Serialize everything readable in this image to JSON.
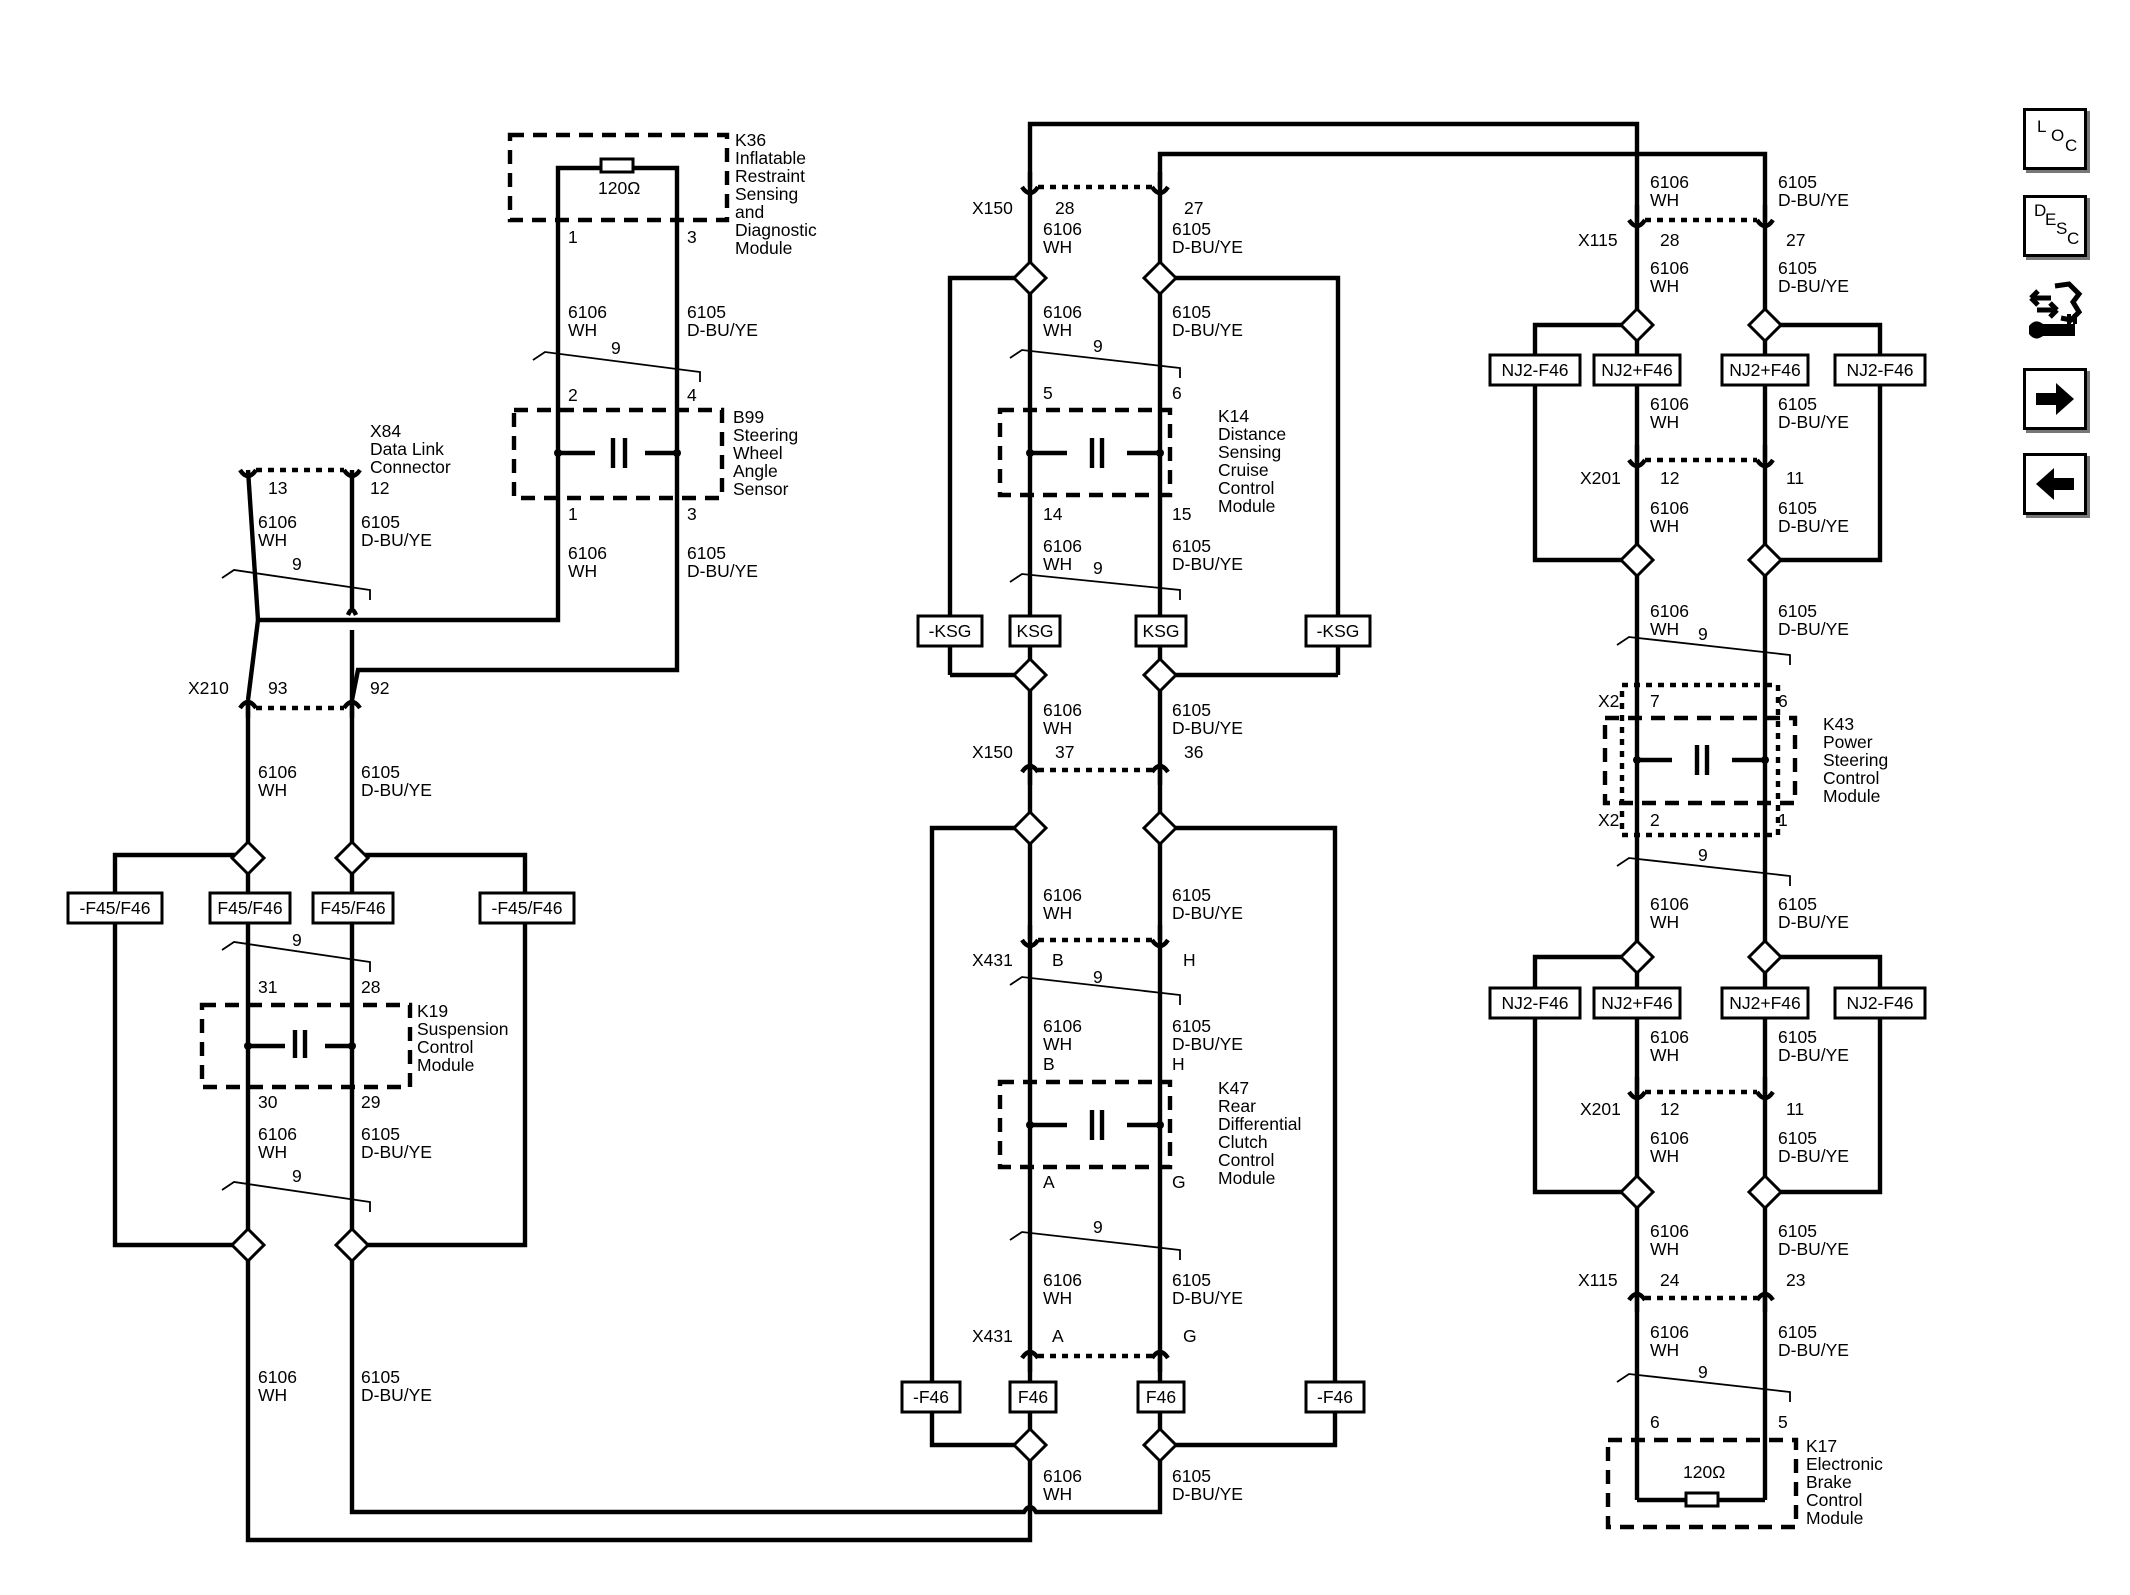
{
  "nav": {
    "loc": [
      "L",
      "O",
      "C"
    ],
    "desc": [
      "D",
      "E",
      "S",
      "C"
    ],
    "icons": [
      "loc-icon",
      "desc-icon",
      "connector-wrench-icon",
      "arrow-right-icon",
      "arrow-left-icon"
    ]
  },
  "modules": {
    "k36": [
      "K36",
      "Inflatable",
      "Restraint",
      "Sensing",
      "and",
      "Diagnostic",
      "Module"
    ],
    "b99": [
      "B99",
      "Steering",
      "Wheel",
      "Angle",
      "Sensor"
    ],
    "x84": [
      "X84",
      "Data Link",
      "Connector"
    ],
    "k14": [
      "K14",
      "Distance",
      "Sensing",
      "Cruise",
      "Control",
      "Module"
    ],
    "k43": [
      "K43",
      "Power",
      "Steering",
      "Control",
      "Module"
    ],
    "k19": [
      "K19",
      "Suspension",
      "Control",
      "Module"
    ],
    "k47": [
      "K47",
      "Rear",
      "Differential",
      "Clutch",
      "Control",
      "Module"
    ],
    "k17": [
      "K17",
      "Electronic",
      "Brake",
      "Control",
      "Module"
    ]
  },
  "wires": {
    "wh": [
      "6106",
      "WH"
    ],
    "bu": [
      "6105",
      "D-BU/YE"
    ]
  },
  "resistor": "120Ω",
  "twist": "9",
  "connectors": {
    "x150": "X150",
    "x115": "X115",
    "x201": "X201",
    "x2": "X2",
    "x210": "X210",
    "x431": "X431"
  },
  "pins": {
    "k36": [
      "1",
      "3"
    ],
    "b99_top": [
      "2",
      "4"
    ],
    "b99_bot": [
      "1",
      "3"
    ],
    "x84": [
      "13",
      "12"
    ],
    "x210": [
      "93",
      "92"
    ],
    "k19_top": [
      "31",
      "28"
    ],
    "k19_bot": [
      "30",
      "29"
    ],
    "x150_top": [
      "28",
      "27"
    ],
    "k14_top": [
      "5",
      "6"
    ],
    "k14_bot": [
      "14",
      "15"
    ],
    "x150_mid": [
      "37",
      "36"
    ],
    "x431_top": [
      "B",
      "H"
    ],
    "k47_top": [
      "B",
      "H"
    ],
    "k47_bot": [
      "A",
      "G"
    ],
    "x431_bot": [
      "A",
      "G"
    ],
    "x115_top": [
      "28",
      "27"
    ],
    "x201_top": [
      "12",
      "11"
    ],
    "k43_top": [
      "7",
      "6"
    ],
    "k43_bot": [
      "2",
      "1"
    ],
    "x201_bot": [
      "12",
      "11"
    ],
    "x115_bot": [
      "24",
      "23"
    ],
    "k17": [
      "6",
      "5"
    ]
  },
  "options": {
    "f45_not": "-F45/F46",
    "f45": "F45/F46",
    "ksg_not": "-KSG",
    "ksg": "KSG",
    "f46_not": "-F46",
    "f46": "F46",
    "nj2_not": "NJ2-F46",
    "nj2": "NJ2+F46"
  }
}
